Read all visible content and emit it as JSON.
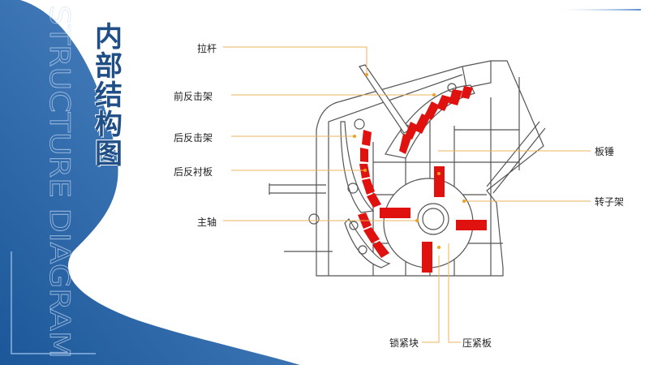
{
  "title": {
    "chars": [
      "内",
      "部",
      "结",
      "构",
      "图"
    ]
  },
  "watermark_text": "STRUCTURE DIAGRAM",
  "colors": {
    "primary_blue": "#2a62a6",
    "title": "#1f4f86",
    "leader_line": "#e8b45c",
    "hammer_red": "#e0120f",
    "outline": "#555555"
  },
  "labels": {
    "pull_rod": "拉杆",
    "front_impact_rack": "前反击架",
    "rear_impact_rack": "后反击架",
    "rear_liner": "后反衬板",
    "main_shaft": "主轴",
    "blow_bar": "板锤",
    "rotor_frame": "转子架",
    "locking_block": "锁紧块",
    "pressure_plate": "压紧板"
  }
}
